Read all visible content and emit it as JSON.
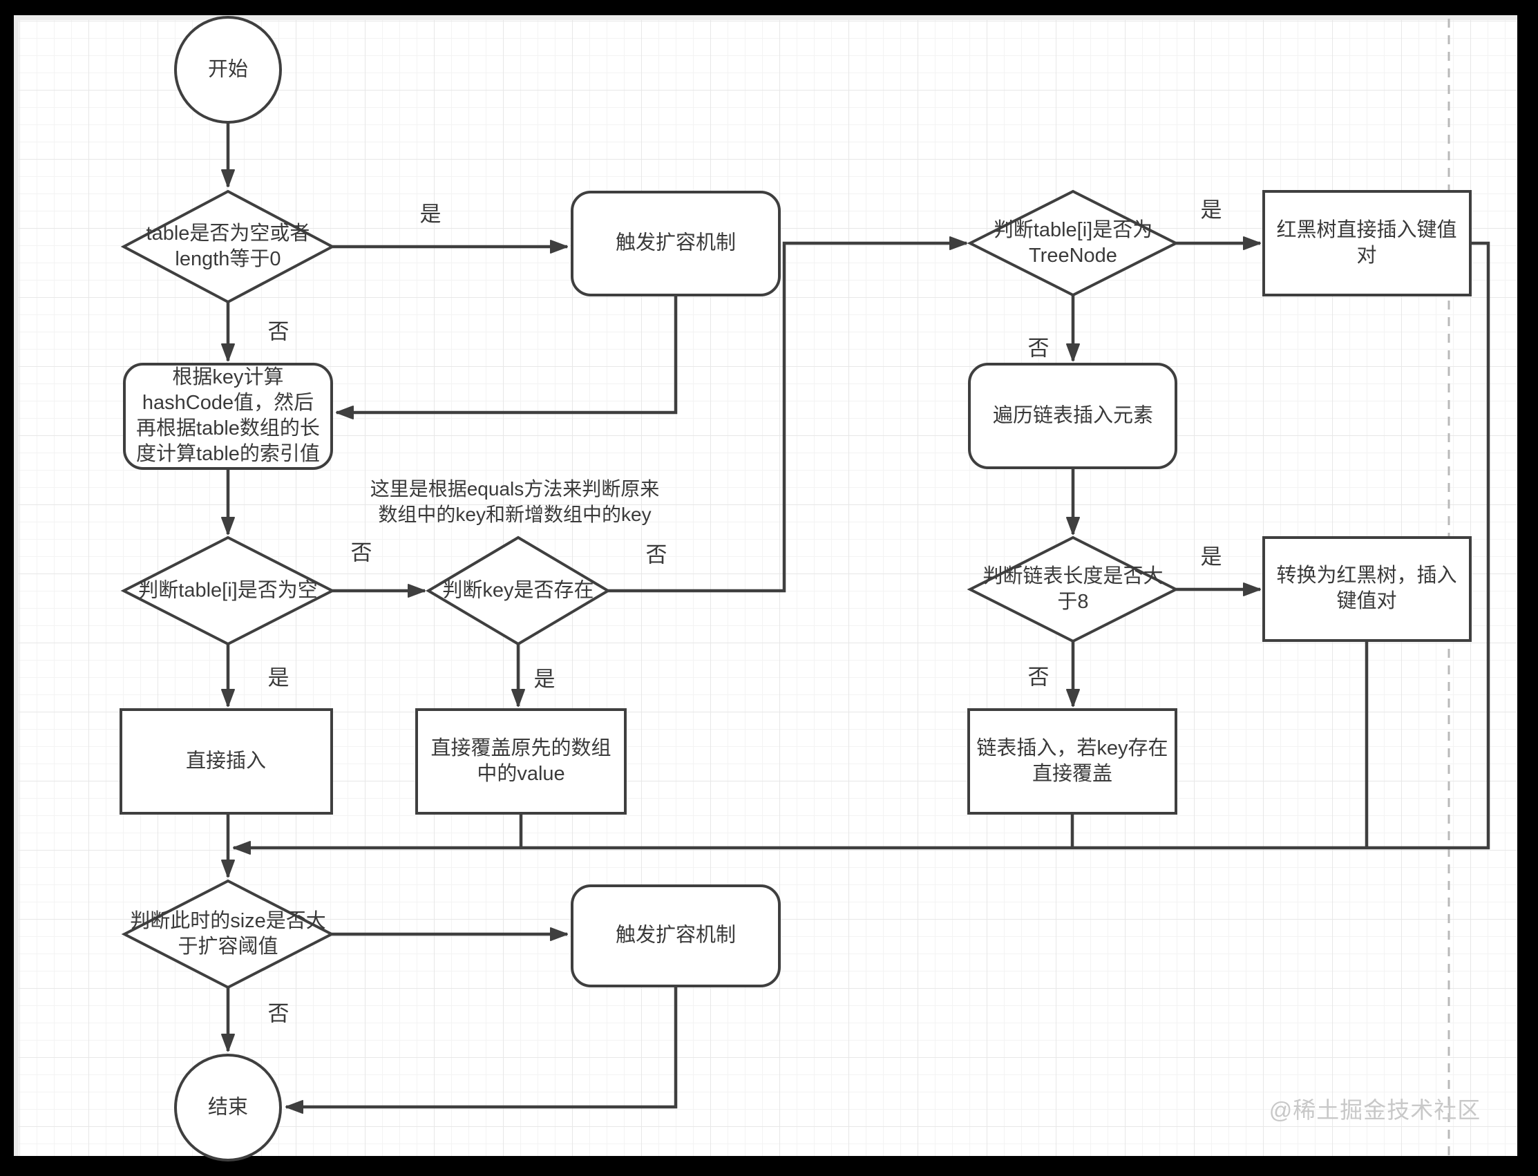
{
  "colors": {
    "frame": "#000000",
    "canvas": "#ffffff",
    "grid_minor": "#f3f3f3",
    "grid_major": "#e7e7e7",
    "shape_stroke": "#3f3f3f",
    "text": "#3a3a3a",
    "page_divider": "#b9b9b9",
    "watermark": "#c8c8c8"
  },
  "watermark": "@稀土掘金技术社区",
  "flowchart": {
    "nodes": {
      "start": "开始",
      "check_table_empty": "table是否为空或者length等于0",
      "trigger_resize_top": "触发扩容机制",
      "compute_hash": "根据key计算hashCode值，然后再根据table数组的长度计算table的索引值",
      "check_slot_empty": "判断table[i]是否为空",
      "check_key_exists": "判断key是否存在",
      "check_treenode": "判断table[i]是否为TreeNode",
      "rb_tree_insert": "红黑树直接插入键值对",
      "traverse_list": "遍历链表插入元素",
      "check_list_length": "判断链表长度是否大于8",
      "convert_to_rb": "转换为红黑树，插入键值对",
      "direct_insert": "直接插入",
      "overwrite_value": "直接覆盖原先的数组中的value",
      "list_insert": "链表插入，若key存在直接覆盖",
      "check_size": "判断此时的size是否大于扩容阈值",
      "trigger_resize_bottom": "触发扩容机制",
      "end": "结束"
    },
    "annotation": "这里是根据equals方法来判断原来数组中的key和新增数组中的key",
    "edge_labels": {
      "table_empty_yes": "是",
      "table_empty_no": "否",
      "slot_empty_no": "否",
      "slot_empty_yes": "是",
      "key_exists_yes": "是",
      "key_exists_no": "否",
      "treenode_yes": "是",
      "treenode_no": "否",
      "list_length_yes": "是",
      "list_length_no": "否",
      "size_no": "否"
    }
  }
}
